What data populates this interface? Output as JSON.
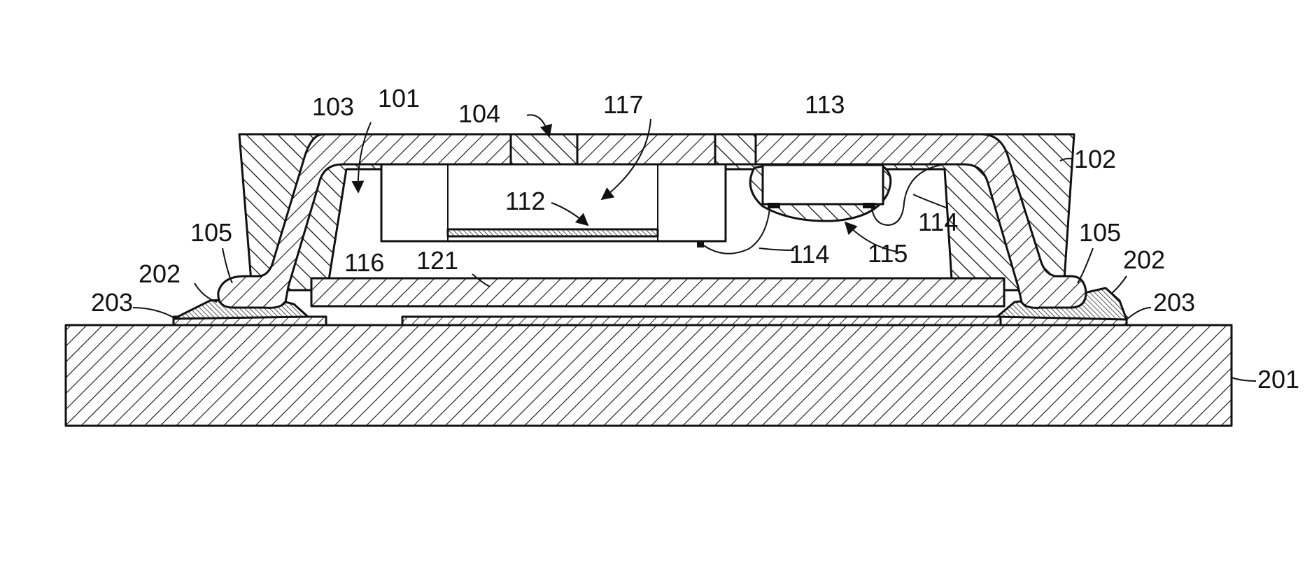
{
  "diagram": {
    "colors": {
      "ink": "#111111",
      "paper": "#ffffff"
    },
    "labels": {
      "l101": "101",
      "l102": "102",
      "l103": "103",
      "l104": "104",
      "l105_left": "105",
      "l105_right": "105",
      "l112": "112",
      "l113": "113",
      "l114_upper": "114",
      "l114_lower": "114",
      "l115": "115",
      "l116": "116",
      "l117": "117",
      "l121": "121",
      "l201": "201",
      "l202_left": "202",
      "l202_right": "202",
      "l203_left": "203",
      "l203_right": "203"
    }
  }
}
